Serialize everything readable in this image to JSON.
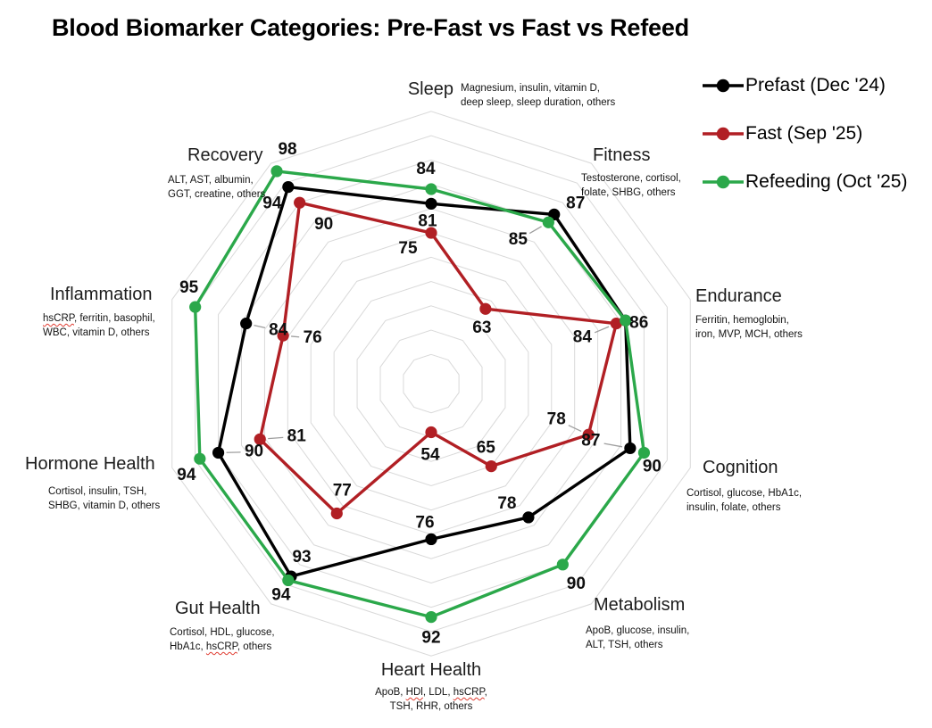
{
  "title": "Blood Biomarker Categories: Pre-Fast vs Fast vs Refeed",
  "misspelled_terms": [
    "HDl",
    "hsCRP"
  ],
  "chart_data": {
    "type": "radar",
    "title": "Blood Biomarker Categories: Pre-Fast vs Fast vs Refeed",
    "categories": [
      "Sleep",
      "Fitness",
      "Endurance",
      "Cognition",
      "Metabolism",
      "Heart Health",
      "Gut Health",
      "Hormone Health",
      "Inflammation",
      "Recovery"
    ],
    "axes": [
      {
        "label": "Sleep",
        "sublabel": "Magnesium, insulin, vitamin D,\ndeep sleep, sleep duration, others"
      },
      {
        "label": "Fitness",
        "sublabel": "Testosterone, cortisol,\nfolate, SHBG, others"
      },
      {
        "label": "Endurance",
        "sublabel": "Ferritin, hemoglobin,\niron, MVP, MCH, others"
      },
      {
        "label": "Cognition",
        "sublabel": "Cortisol, glucose, HbA1c,\ninsulin, folate, others"
      },
      {
        "label": "Metabolism",
        "sublabel": "ApoB, glucose, insulin,\nALT, TSH, others"
      },
      {
        "label": "Heart Health",
        "sublabel": "ApoB, HDl, LDL, hsCRP,\nTSH, RHR, others"
      },
      {
        "label": "Gut Health",
        "sublabel": "Cortisol, HDL, glucose,\nHbA1c, hsCRP, others"
      },
      {
        "label": "Hormone Health",
        "sublabel": "Cortisol, insulin, TSH,\nSHBG, vitamin D, others"
      },
      {
        "label": "Inflammation",
        "sublabel": "hsCRP, ferritin, basophil,\nWBC, vitamin D, others"
      },
      {
        "label": "Recovery",
        "sublabel": "ALT, AST, albumin,\nGGT, creatine, others"
      }
    ],
    "series": [
      {
        "name": "Prefast (Dec '24)",
        "color": "#000000",
        "values": [
          81,
          87,
          86,
          87,
          78,
          76,
          93,
          90,
          84,
          94
        ]
      },
      {
        "name": "Fast (Sep '25)",
        "color": "#b11f24",
        "values": [
          75,
          63,
          84,
          78,
          65,
          54,
          77,
          81,
          76,
          90
        ]
      },
      {
        "name": "Refeeding (Oct '25)",
        "color": "#2ba84a",
        "values": [
          84,
          85,
          86,
          90,
          90,
          92,
          94,
          94,
          95,
          98
        ]
      }
    ],
    "r_axis": {
      "grid_min": 50,
      "grid_max": 100,
      "grid_step": 5,
      "tick_labels_visible": false,
      "grid_color": "#d9d9d9"
    },
    "legend_position": "top-right",
    "data_labels_visible": true
  }
}
